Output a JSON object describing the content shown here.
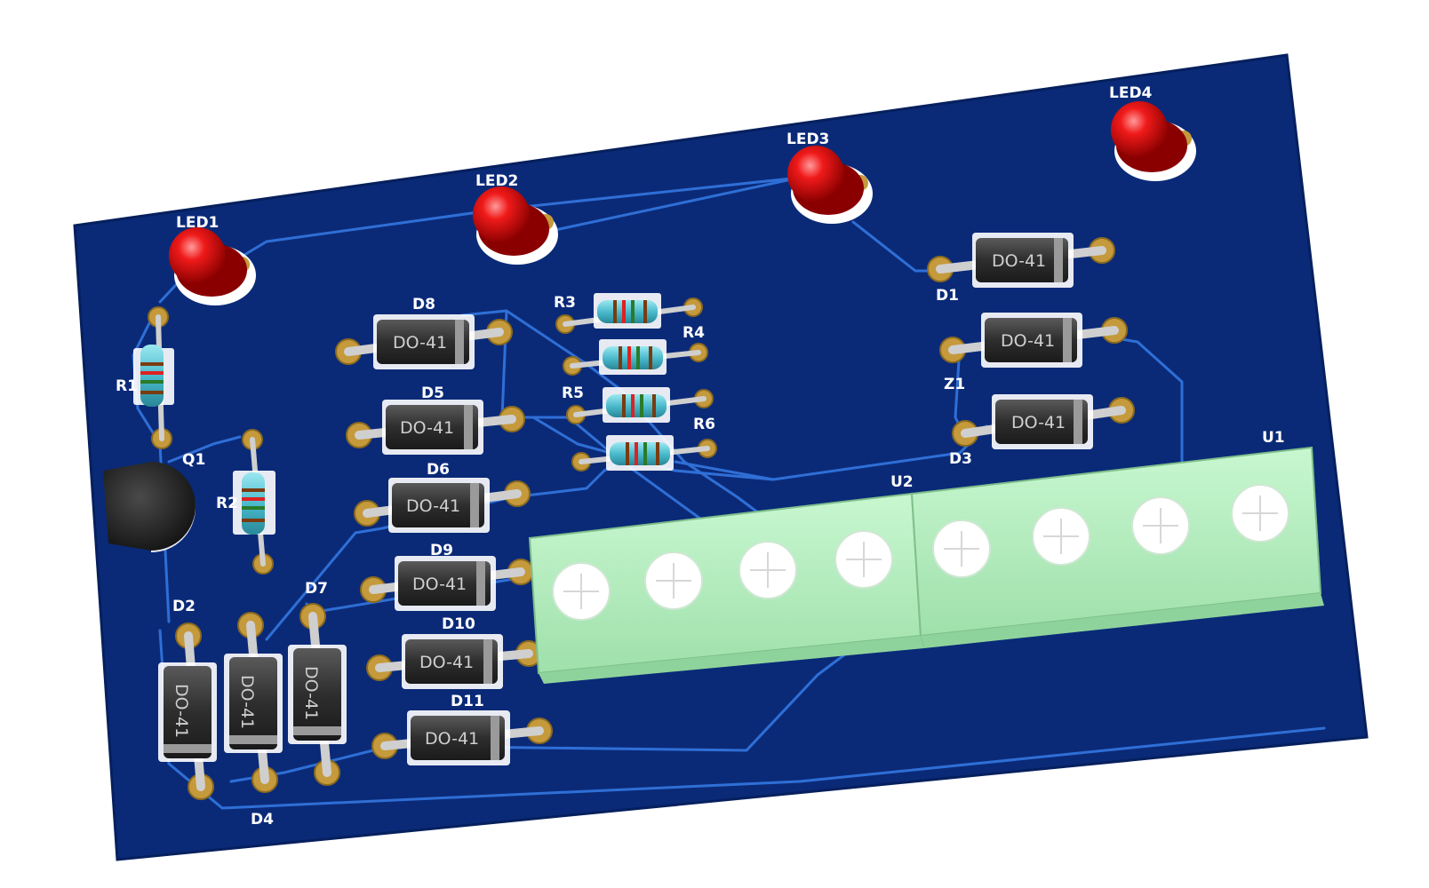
{
  "colors": {
    "board": "#0a2a78",
    "board_edge": "#06205e",
    "trace": "#2f6fd6",
    "pad": "#c59a3c",
    "led": "#e30b0b",
    "diode_body": "#3a3a3a",
    "terminal": "#b9f2c4",
    "resistor_body": "#5fc8d8"
  },
  "refdes": {
    "led1": "LED1",
    "led2": "LED2",
    "led3": "LED3",
    "led4": "LED4",
    "r1": "R1",
    "r2": "R2",
    "r3": "R3",
    "r4": "R4",
    "r5": "R5",
    "r6": "R6",
    "q1": "Q1",
    "z1": "Z1",
    "u1": "U1",
    "u2": "U2",
    "d1": "D1",
    "d2": "D2",
    "d3": "D3",
    "d4": "D4",
    "d5": "D5",
    "d6": "D6",
    "d7": "D7",
    "d8": "D8",
    "d9": "D9",
    "d10": "D10",
    "d11": "D11"
  },
  "package_label": "DO-41"
}
